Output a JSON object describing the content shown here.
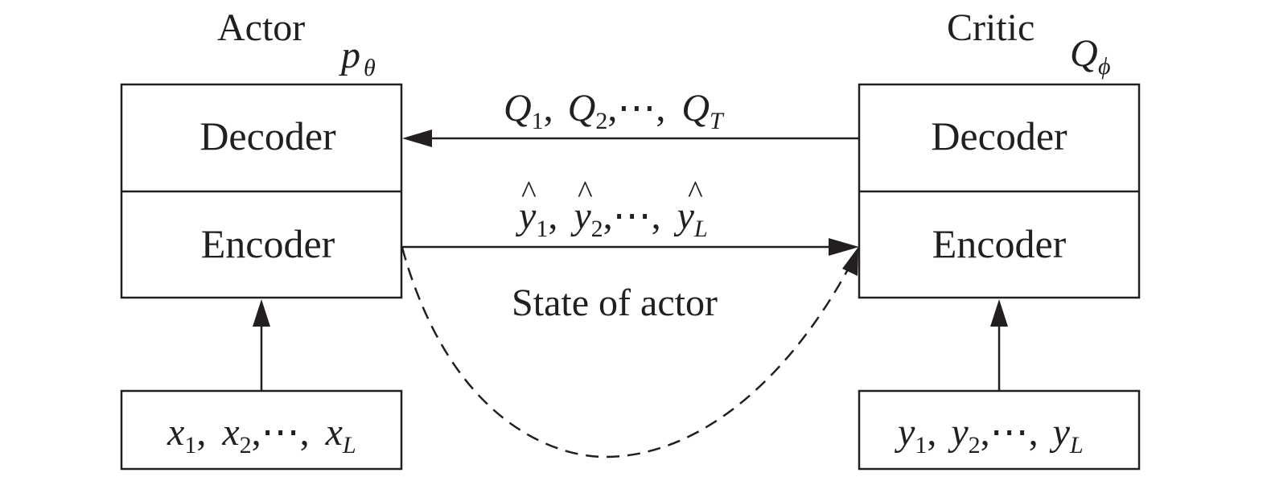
{
  "actor": {
    "title": "Actor",
    "param_symbol": "p",
    "param_sub": "θ",
    "decoder_label": "Decoder",
    "encoder_label": "Encoder",
    "input": {
      "var": "x",
      "subs": [
        "1",
        "2",
        "L"
      ],
      "sep": ",",
      "ellipsis": "⋯"
    }
  },
  "critic": {
    "title": "Critic",
    "param_symbol": "Q",
    "param_sub": "ϕ",
    "decoder_label": "Decoder",
    "encoder_label": "Encoder",
    "input": {
      "var": "y",
      "subs": [
        "1",
        "2",
        "L"
      ],
      "sep": ",",
      "ellipsis": "⋯"
    }
  },
  "arrows": {
    "q_values": {
      "var": "Q",
      "subs": [
        "1",
        "2",
        "T"
      ],
      "sep": ",",
      "ellipsis": "⋯"
    },
    "predictions": {
      "var": "y",
      "hat": "^",
      "subs": [
        "1",
        "2",
        "L"
      ],
      "sep": ",",
      "ellipsis": "⋯"
    },
    "state_label": "State of actor"
  },
  "colors": {
    "ink": "#231f20",
    "background": "#ffffff"
  }
}
